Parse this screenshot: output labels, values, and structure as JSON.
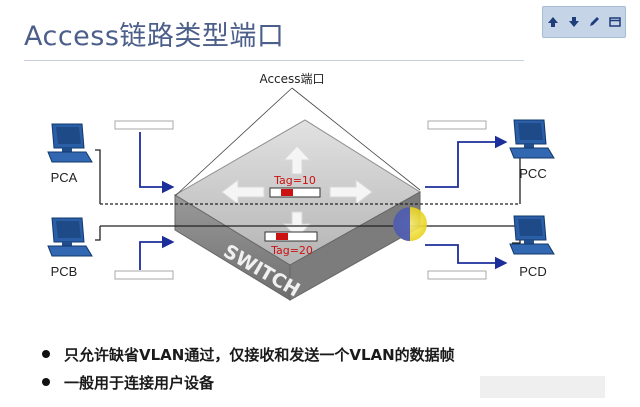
{
  "title": "Access链路类型端口",
  "port_label": "Access端口",
  "switch_label": "SWITCH",
  "tag_top": "Tag=10",
  "tag_bottom": "Tag=20",
  "hosts": {
    "pca": "PCA",
    "pcb": "PCB",
    "pcc": "PCC",
    "pcd": "PCD"
  },
  "bullets": [
    "只允许缺省VLAN通过，仅接收和发送一个VLAN的数据帧",
    "一般用于连接用户设备"
  ],
  "nav_icons": [
    "arrow-up-icon",
    "arrow-down-icon",
    "pen-icon",
    "window-icon"
  ],
  "colors": {
    "title": "#4b5f8a",
    "switch_top": "#c8c8c8",
    "switch_side": "#8a8a8a",
    "arrow": "#1c2e9a",
    "tag": "#cc1111",
    "highlight": "#f2e43a",
    "pc": "#1d4f94"
  }
}
